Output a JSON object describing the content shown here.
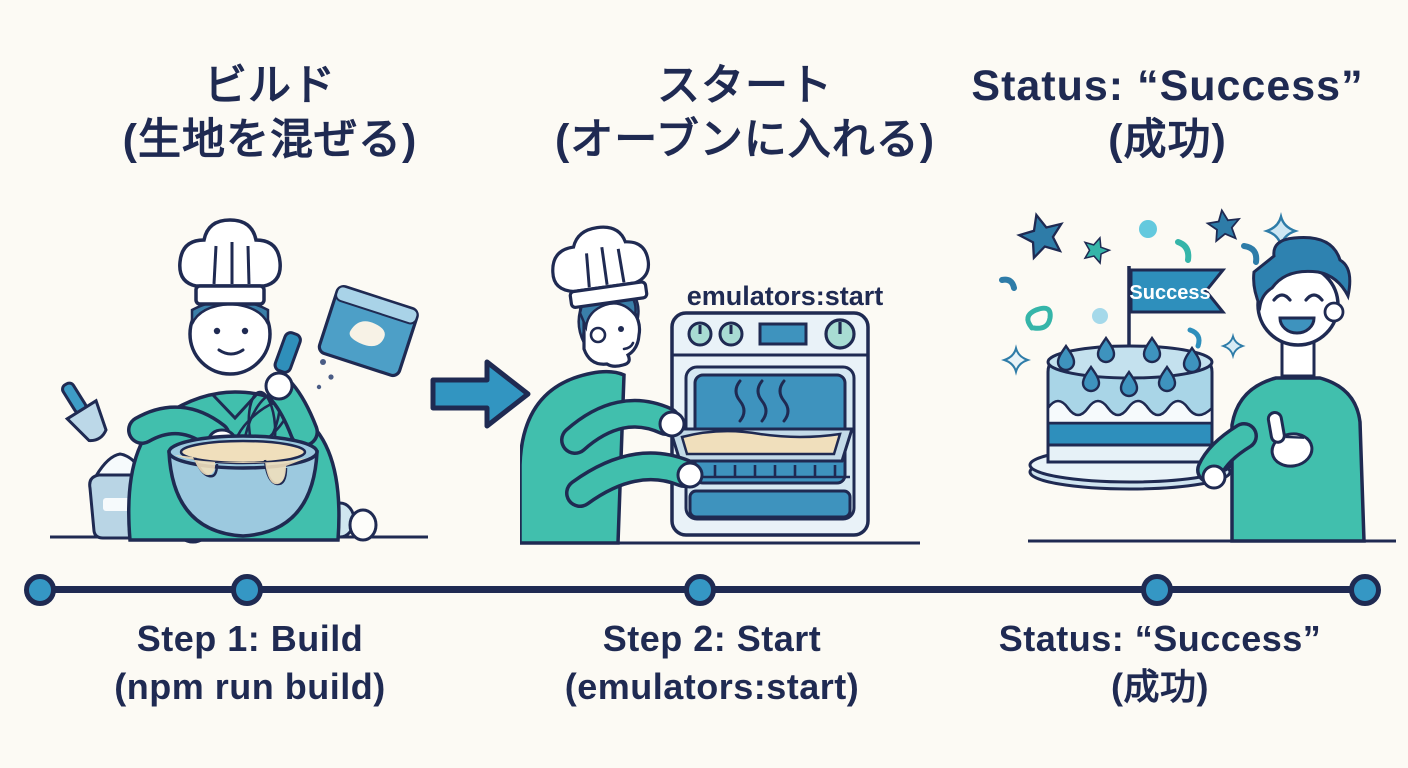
{
  "colors": {
    "background": "#FCFAF4",
    "navy_outline_text": "#1F2A52",
    "teal_clothing": "#41BFAD",
    "blue_accent": "#3295C1",
    "light_blue": "#BAD9E8",
    "pale_blue": "#E9F2F8",
    "batter_cream": "#F0DFBC",
    "dot_fill": "#3597C4"
  },
  "headers": [
    {
      "title": "ビルド",
      "subtitle": "(生地を混ぜる)"
    },
    {
      "title": "スタート",
      "subtitle": "(オーブンに入れる)"
    },
    {
      "title": "Status: “Success”",
      "subtitle": "(成功)"
    }
  ],
  "scenes": {
    "oven_label": "emulators:start",
    "flag_label": "Success"
  },
  "timeline_steps": [
    {
      "line1": "Step 1: Build",
      "line2": "(npm run build)"
    },
    {
      "line1": "Step 2: Start",
      "line2": "(emulators:start)"
    },
    {
      "line1": "Status: “Success”",
      "line2": "(成功)"
    }
  ]
}
